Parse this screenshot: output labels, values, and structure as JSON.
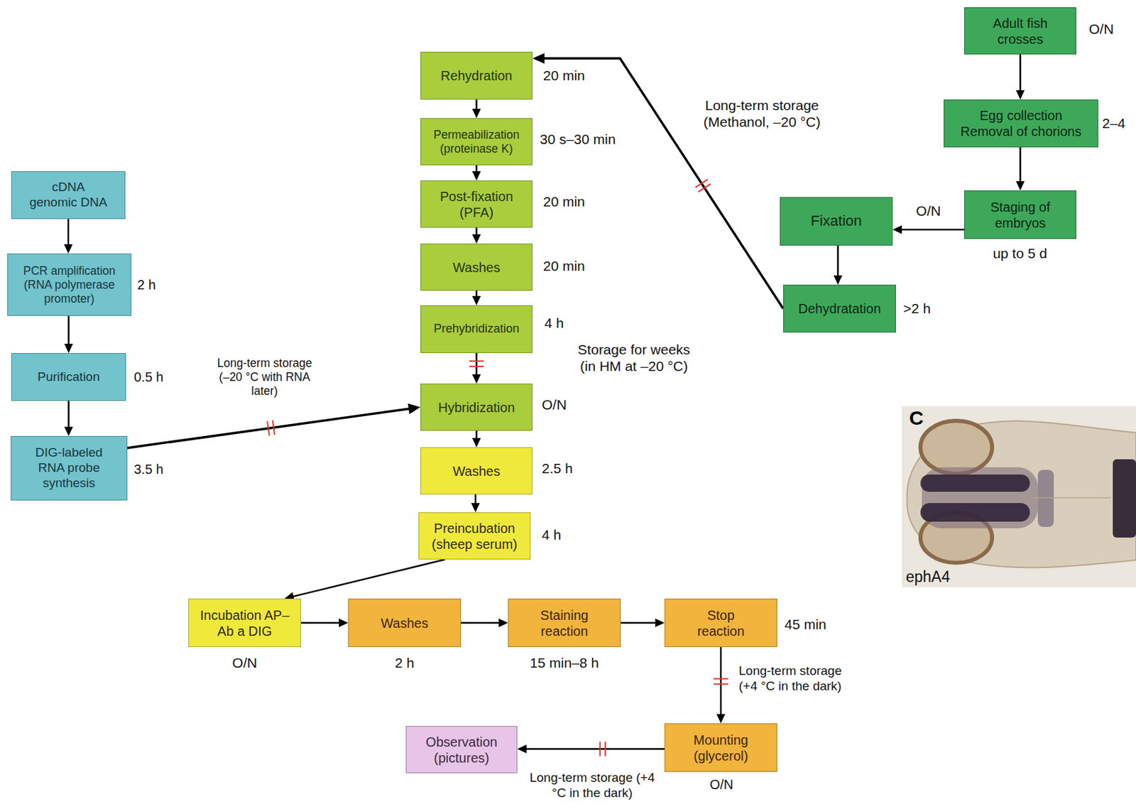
{
  "diagram": {
    "nodes": [
      {
        "text": [
          "cDNA genomic DNA"
        ]
      },
      {
        "text": [
          "PCR amplification (RNA polymerase promoter)"
        ]
      },
      {
        "text": [
          "Purification"
        ]
      },
      {
        "text": [
          "DIG-labeled RNA probe synthesis"
        ]
      },
      {
        "text": [
          "Rehydration"
        ]
      },
      {
        "text": [
          "Permeabilization (proteinase K)"
        ]
      },
      {
        "text": [
          "Post-fixation (PFA)"
        ]
      },
      {
        "text": [
          "Washes"
        ]
      },
      {
        "text": [
          "Prehybridization"
        ]
      },
      {
        "text": [
          "Hybridization"
        ]
      },
      {
        "text": [
          "Washes"
        ]
      },
      {
        "text": [
          "Preincubation (sheep serum)"
        ]
      },
      {
        "text": [
          "Incubation AP–Ab a DIG"
        ]
      },
      {
        "text": [
          "Washes"
        ]
      },
      {
        "text": [
          "Staining reaction"
        ]
      },
      {
        "text": [
          "Stop reaction"
        ]
      },
      {
        "text": [
          "Mounting (glycerol)"
        ]
      },
      {
        "text": [
          "Observation (pictures)"
        ]
      },
      {
        "text": [
          "Adult fish crosses"
        ]
      },
      {
        "text": [
          "Egg collection Removal of chorions"
        ]
      },
      {
        "text": [
          "Staging of embryos"
        ]
      },
      {
        "text": [
          "Fixation"
        ]
      },
      {
        "text": [
          "Dehydratation"
        ]
      }
    ],
    "edges": [
      {
        "from": 0,
        "to": 1,
        "arrow": "to"
      },
      {
        "from": 1,
        "to": 2,
        "arrow": "to"
      },
      {
        "from": 2,
        "to": 3,
        "arrow": "to"
      },
      {
        "from": 3,
        "to": 9,
        "arrow": "to"
      },
      {
        "from": 4,
        "to": 5,
        "arrow": "to"
      },
      {
        "from": 5,
        "to": 6,
        "arrow": "to"
      },
      {
        "from": 6,
        "to": 7,
        "arrow": "to"
      },
      {
        "from": 7,
        "to": 8,
        "arrow": "to"
      },
      {
        "from": 8,
        "to": 9,
        "arrow": "to"
      },
      {
        "from": 9,
        "to": 10,
        "arrow": "to"
      },
      {
        "from": 10,
        "to": 11,
        "arrow": "to"
      },
      {
        "from": 11,
        "to": 12,
        "arrow": "to"
      },
      {
        "from": 12,
        "to": 13,
        "arrow": "to"
      },
      {
        "from": 13,
        "to": 14,
        "arrow": "to"
      },
      {
        "from": 14,
        "to": 15,
        "arrow": "to"
      },
      {
        "from": 15,
        "to": 16,
        "arrow": "to"
      },
      {
        "from": 16,
        "to": 17,
        "arrow": "to"
      },
      {
        "from": 18,
        "to": 19,
        "arrow": "to"
      },
      {
        "from": 19,
        "to": 20,
        "arrow": "to"
      },
      {
        "from": 20,
        "to": 21,
        "arrow": "to"
      },
      {
        "from": 21,
        "to": 22,
        "arrow": "to"
      },
      {
        "from": 22,
        "to": 4,
        "arrow": "to"
      }
    ],
    "labels": [
      "2 h",
      "0.5 h",
      "3.5 h",
      "Long-term storage (–20 °C with RNA later)",
      "20 min",
      "30 s–30 min",
      "20 min",
      "20 min",
      "4 h",
      "Storage for weeks (in HM at –20 °C)",
      "O/N",
      "2.5 h",
      "4 h",
      "O/N",
      "2 h",
      "15 min–8 h",
      "45 min",
      "Long-term storage (+4 °C in the dark)",
      "O/N",
      "Long-term storage (+4 °C in the dark)",
      "O/N",
      "2–4",
      "Long-term storage (Methanol, –20 °C)",
      "O/N",
      "up to 5 d",
      ">2 h",
      "C",
      "ephA4"
    ]
  }
}
